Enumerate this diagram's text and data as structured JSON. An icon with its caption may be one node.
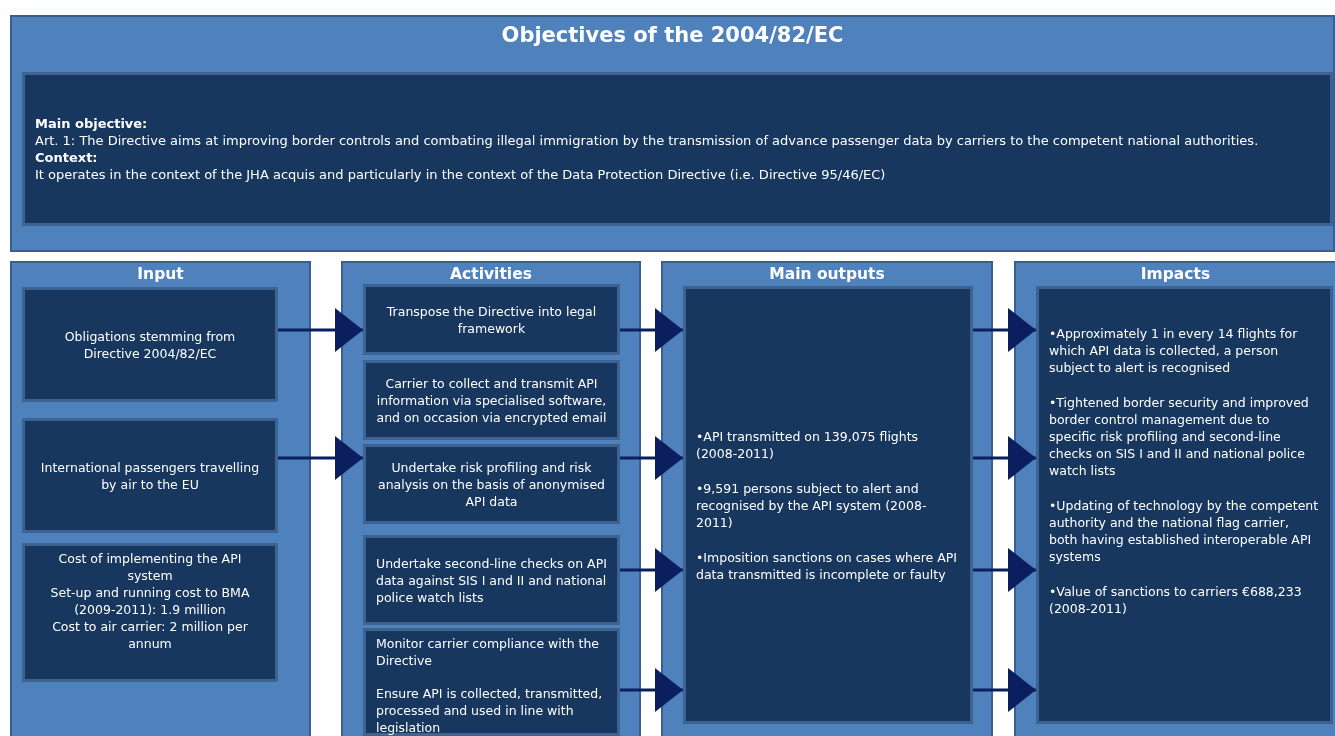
{
  "diagram": {
    "nodes": [
      {
        "text": [
          "Objectives of the 2004/82/EC"
        ]
      },
      {
        "text": [
          "Main objective:",
          "Art. 1: The Directive aims at improving border controls and combating illegal immigration by the transmission of advance passenger data by carriers to the competent national authorities.",
          "Context:",
          "It operates in the context of the JHA acquis and particularly in the context of the Data Protection Directive (i.e. Directive 95/46/EC)"
        ],
        "in": 0
      },
      {
        "text": [
          "Input"
        ]
      },
      {
        "text": [
          "Obligations stemming from Directive 2004/82/EC"
        ],
        "in": 2
      },
      {
        "text": [
          "International passengers travelling by air to the EU"
        ],
        "in": 2
      },
      {
        "text": [
          "Cost of implementing the API system",
          "Set-up and running cost to BMA (2009-2011): 1.9 million",
          "Cost to air carrier: 2 million per annum"
        ],
        "in": 2
      },
      {
        "text": [
          "Activities"
        ]
      },
      {
        "text": [
          "Transpose the Directive into legal framework"
        ],
        "in": 6
      },
      {
        "text": [
          "Carrier to collect  and transmit API information via specialised software, and on occasion via encrypted email"
        ],
        "in": 6
      },
      {
        "text": [
          "Undertake risk profiling and risk analysis on the basis of anonymised API data"
        ],
        "in": 6
      },
      {
        "text": [
          "Undertake second-line checks on API data against  SIS I and II and national police watch lists"
        ],
        "in": 6
      },
      {
        "text": [
          "Monitor carrier compliance with the Directive",
          "Ensure API is collected, transmitted, processed and used in line with legislation"
        ],
        "in": 6
      },
      {
        "text": [
          "Main outputs"
        ]
      },
      {
        "text": [
          "•API transmitted on 139,075 flights (2008-2011)",
          "•9,591 persons subject to alert and recognised by the API system (2008-2011)",
          "•Imposition sanctions on cases where API data transmitted is incomplete or faulty"
        ],
        "in": 12
      },
      {
        "text": [
          "Impacts"
        ]
      },
      {
        "text": [
          "•Approximately 1 in every 14 flights for which API data is collected, a person subject to alert is recognised",
          "•Tightened border security and improved border control management due to specific risk profiling and second-line checks on SIS I and II and national police watch lists",
          "•Updating of technology by the competent authority and the national flag carrier, both having established interoperable API systems",
          "•Value of sanctions to carriers €688,233 (2008-2011)"
        ],
        "in": 14
      }
    ],
    "edges": [
      {
        "from": 3,
        "to": 7,
        "arrow": "to"
      },
      {
        "from": 4,
        "to": 9,
        "arrow": "to"
      },
      {
        "from": 7,
        "to": 13,
        "arrow": "to"
      },
      {
        "from": 9,
        "to": 13,
        "arrow": "to"
      },
      {
        "from": 10,
        "to": 13,
        "arrow": "to"
      },
      {
        "from": 11,
        "to": 13,
        "arrow": "to"
      },
      {
        "from": 13,
        "to": 15,
        "arrow": "to"
      },
      {
        "from": 13,
        "to": 15,
        "arrow": "to"
      },
      {
        "from": 13,
        "to": 15,
        "arrow": "to"
      },
      {
        "from": 13,
        "to": 15,
        "arrow": "to"
      }
    ]
  }
}
